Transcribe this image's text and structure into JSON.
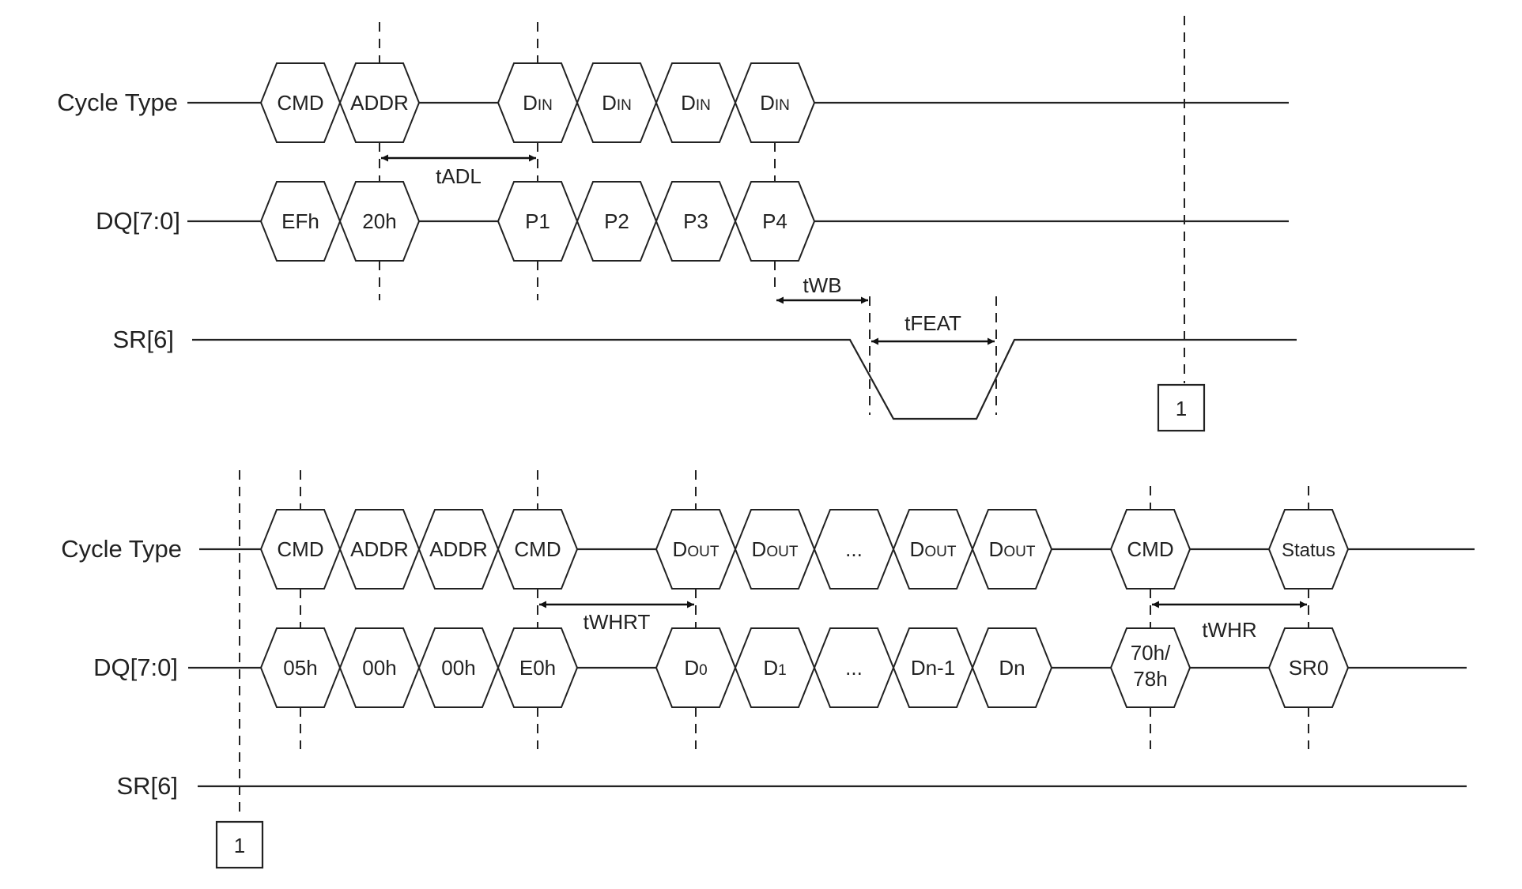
{
  "panel1": {
    "labels": {
      "cycle": "Cycle Type",
      "dq": "DQ[7:0]",
      "sr": "SR[6]"
    },
    "cycle": [
      {
        "main": "CMD",
        "sub": ""
      },
      {
        "main": "ADDR",
        "sub": ""
      },
      {
        "main": "D",
        "sub": "IN"
      },
      {
        "main": "D",
        "sub": "IN"
      },
      {
        "main": "D",
        "sub": "IN"
      },
      {
        "main": "D",
        "sub": "IN"
      }
    ],
    "dq": [
      {
        "main": "EFh"
      },
      {
        "main": "20h"
      },
      {
        "main": "P1"
      },
      {
        "main": "P2"
      },
      {
        "main": "P3"
      },
      {
        "main": "P4"
      }
    ],
    "timings": {
      "adl": "tADL",
      "wb": "tWB",
      "feat": "tFEAT"
    },
    "connector": "1"
  },
  "panel2": {
    "labels": {
      "cycle": "Cycle Type",
      "dq": "DQ[7:0]",
      "sr": "SR[6]"
    },
    "cycle": [
      {
        "main": "CMD",
        "sub": ""
      },
      {
        "main": "ADDR",
        "sub": ""
      },
      {
        "main": "ADDR",
        "sub": ""
      },
      {
        "main": "CMD",
        "sub": ""
      },
      {
        "main": "D",
        "sub": "OUT"
      },
      {
        "main": "D",
        "sub": "OUT"
      },
      {
        "main": "...",
        "sub": ""
      },
      {
        "main": "D",
        "sub": "OUT"
      },
      {
        "main": "D",
        "sub": "OUT"
      },
      {
        "main": "CMD",
        "sub": ""
      },
      {
        "main": "Status",
        "sub": ""
      }
    ],
    "dq": [
      {
        "main": "05h"
      },
      {
        "main": "00h"
      },
      {
        "main": "00h"
      },
      {
        "main": "E0h"
      },
      {
        "main": "D",
        "sub": "0"
      },
      {
        "main": "D",
        "sub": "1"
      },
      {
        "main": "..."
      },
      {
        "main": "Dn-1"
      },
      {
        "main": "Dn"
      },
      {
        "main": "70h/",
        "line2": "78h"
      },
      {
        "main": "SR0"
      }
    ],
    "timings": {
      "whrt": "tWHRT",
      "whr": "tWHR"
    },
    "connector": "1"
  }
}
